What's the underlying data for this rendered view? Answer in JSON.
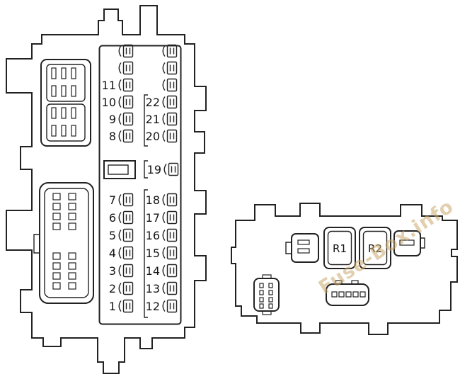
{
  "watermark": "Fuse-Box.info",
  "colors": {
    "line": "#222222",
    "watermark_tint": "#c9a86a"
  },
  "main_panel": {
    "upper_left_fuses": [
      "11",
      "10",
      "9",
      "8"
    ],
    "upper_right_fuses": [
      "22",
      "21",
      "20"
    ],
    "middle_fuse": "19",
    "lower_left_fuses": [
      "7",
      "6",
      "5",
      "4",
      "3",
      "2",
      "1"
    ],
    "lower_right_fuses": [
      "18",
      "17",
      "16",
      "15",
      "14",
      "13",
      "12"
    ]
  },
  "relay_panel": {
    "relays": [
      "R1",
      "R2"
    ]
  }
}
